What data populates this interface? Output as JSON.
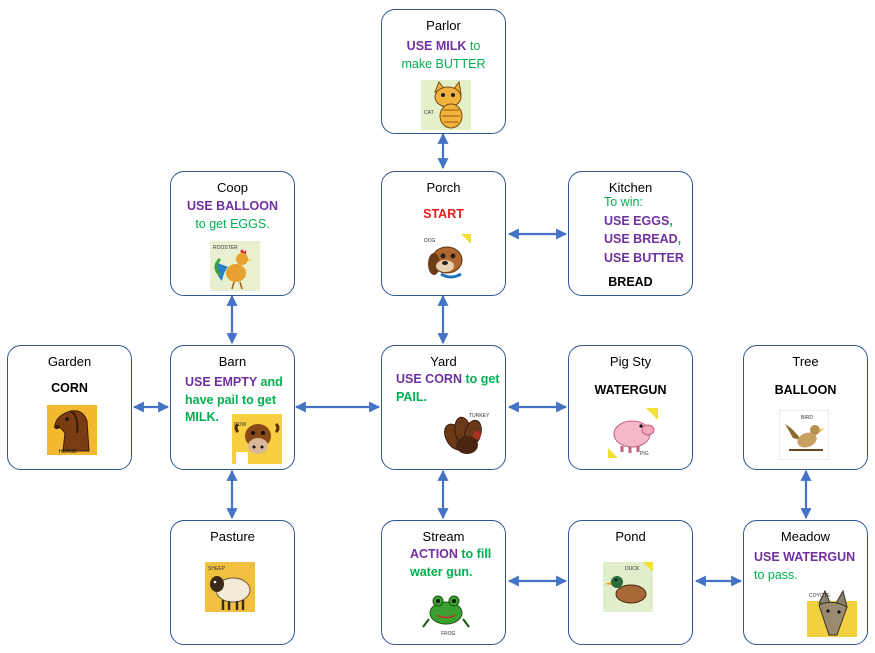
{
  "colors": {
    "border": "#2f5597",
    "connector": "#4472c4",
    "action": "#7030a0",
    "item": "#00b050",
    "start": "#e02020"
  },
  "rooms": {
    "parlor": {
      "title": "Parlor",
      "line1_act": "USE MILK",
      "line1_txt": " to",
      "line2_txt": "make BUTTER",
      "icon": "cat-icon",
      "icon_label": "CAT"
    },
    "coop": {
      "title": "Coop",
      "line1_act": "USE BALLOON",
      "line2_txt": "to get EGGS.",
      "icon": "rooster-icon",
      "icon_label": "ROOSTER"
    },
    "porch": {
      "title": "Porch",
      "start": "START",
      "icon": "dog-icon",
      "icon_label": "DOG"
    },
    "kitchen": {
      "title": "Kitchen",
      "line1_txt": "To win:",
      "l2": "USE EGGS",
      "l2c": ",",
      "l3": "USE BREAD",
      "l3c": ",",
      "l4": "USE BUTTER",
      "item": "BREAD"
    },
    "garden": {
      "title": "Garden",
      "item": "CORN",
      "icon": "horse-icon",
      "icon_label": "HORSE"
    },
    "barn": {
      "title": "Barn",
      "line1_act": "USE EMPTY",
      "line1_txt": " and",
      "line2_txt": "have pail to get",
      "line3_txt": "MILK.",
      "icon": "cow-icon",
      "icon_label": "COW"
    },
    "yard": {
      "title": "Yard",
      "line1_act": "USE CORN",
      "line1_txt": " to get",
      "line2_txt": "PAIL.",
      "icon": "turkey-icon",
      "icon_label": "TURKEY"
    },
    "pigsty": {
      "title": "Pig Sty",
      "item": "WATERGUN",
      "icon": "pig-icon",
      "icon_label": "PIG"
    },
    "tree": {
      "title": "Tree",
      "item": "BALLOON",
      "icon": "bird-icon",
      "icon_label": "BIRD"
    },
    "pasture": {
      "title": "Pasture",
      "icon": "sheep-icon",
      "icon_label": "SHEEP"
    },
    "stream": {
      "title": "Stream",
      "line1_act": "ACTION",
      "line1_txt": " to fill",
      "line2_txt": "water gun.",
      "icon": "frog-icon",
      "icon_label": "FROG"
    },
    "pond": {
      "title": "Pond",
      "icon": "duck-icon",
      "icon_label": "DUCK"
    },
    "meadow": {
      "title": "Meadow",
      "line1_act": "USE WATERGUN",
      "line2_txt": "to pass.",
      "icon": "coyote-icon",
      "icon_label": "COYOTE"
    }
  }
}
